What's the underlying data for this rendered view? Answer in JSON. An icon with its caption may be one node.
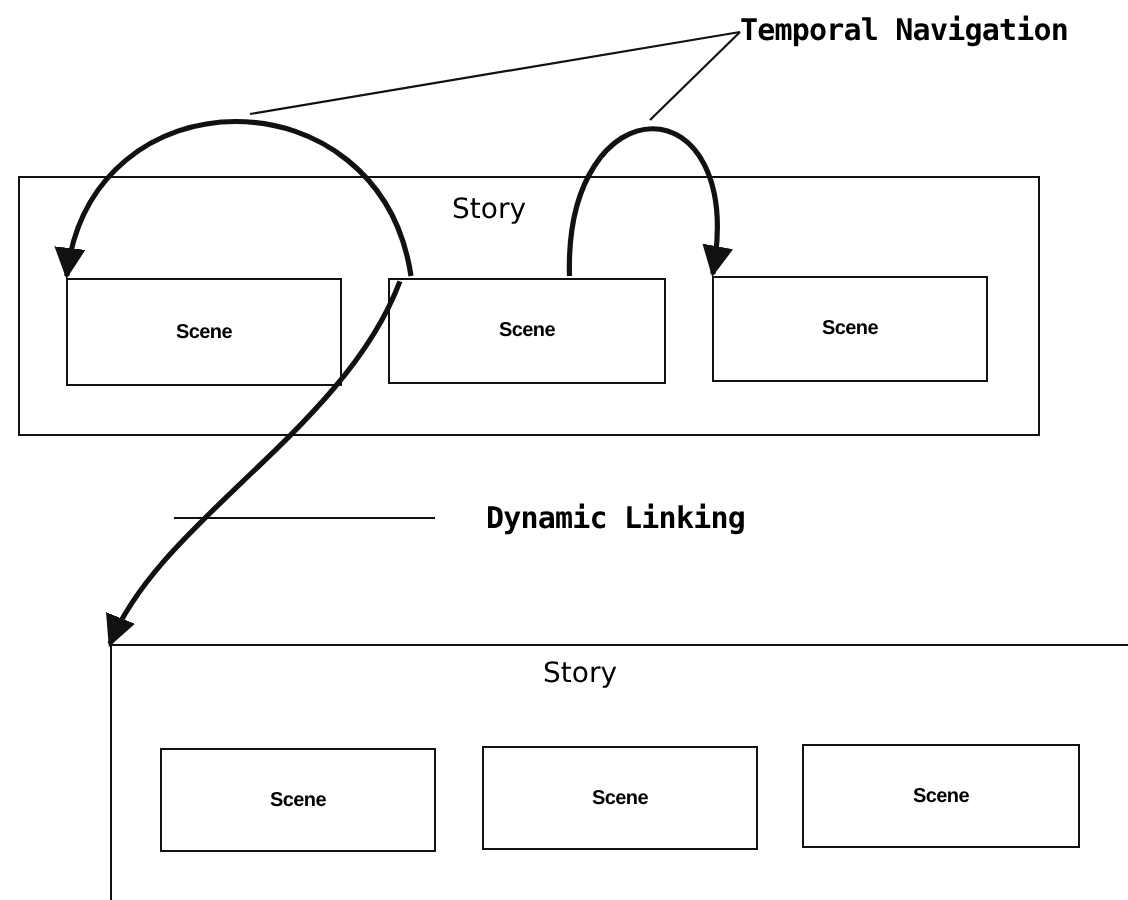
{
  "diagram": {
    "nodes": [
      {
        "text": [
          "Story"
        ]
      },
      {
        "text": [
          "Scene"
        ],
        "in": 0
      },
      {
        "text": [
          "Scene"
        ],
        "in": 0
      },
      {
        "text": [
          "Scene"
        ],
        "in": 0
      },
      {
        "text": [
          "Story"
        ]
      },
      {
        "text": [
          "Scene"
        ],
        "in": 4
      },
      {
        "text": [
          "Scene"
        ],
        "in": 4
      },
      {
        "text": [
          "Scene"
        ],
        "in": 4
      },
      {
        "text": [
          "Temporal Navigation"
        ]
      },
      {
        "text": [
          "Dynamic Linking"
        ]
      }
    ],
    "edges": [
      {
        "from": 2,
        "to": 1,
        "arrow": "to",
        "style": "thick"
      },
      {
        "from": 2,
        "to": 3,
        "arrow": "to",
        "style": "thick"
      },
      {
        "from": 2,
        "to": 4,
        "arrow": "to",
        "style": "thick"
      },
      {
        "from": 8,
        "to": null,
        "arrow": "none"
      },
      {
        "from": 8,
        "to": null,
        "arrow": "none"
      },
      {
        "from": 9,
        "to": null,
        "arrow": "none"
      }
    ]
  }
}
